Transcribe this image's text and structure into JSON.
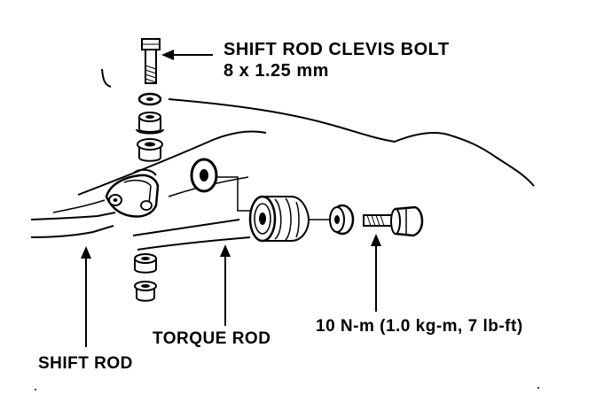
{
  "labels": {
    "clevis_bolt_name": "SHIFT ROD CLEVIS BOLT",
    "clevis_bolt_size": "8 x 1.25 mm",
    "torque_spec": "10 N-m (1.0 kg-m, 7 lb-ft)",
    "torque_rod": "TORQUE ROD",
    "shift_rod": "SHIFT ROD"
  }
}
